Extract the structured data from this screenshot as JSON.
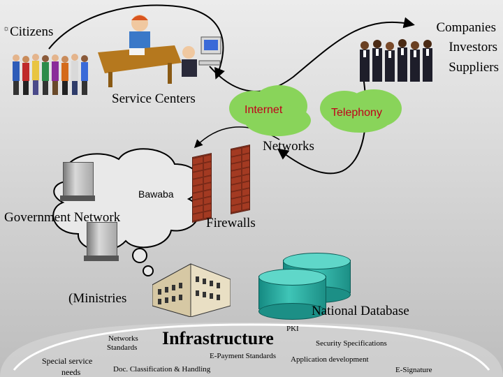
{
  "labels": {
    "citizens": "Citizens",
    "citizens_prefix": "☼",
    "companies": "Companies",
    "investors": "Investors",
    "suppliers": "Suppliers",
    "service_centers": "Service Centers",
    "internet": "Internet",
    "telephony": "Telephony",
    "networks": "Networks",
    "bawaba": "Bawaba",
    "government_network": "Government Network",
    "firewalls": "Firewalls",
    "ministries": "(Ministries",
    "national_database": "National Database",
    "infrastructure": "Infrastructure",
    "pki": "PKI",
    "networks_standards_1": "Networks",
    "networks_standards_2": "Standards",
    "security_specifications": "Security Specifications",
    "special_service_1": "Special service",
    "special_service_2": "needs",
    "e_payment_standards": "E-Payment Standards",
    "application_development": "Application development",
    "doc_classification": "Doc. Classification & Handling",
    "e_signature": "E-Signature"
  },
  "colors": {
    "cloud_green": "#89d45a",
    "cloud_text": "#c0001a",
    "database_teal": "#3fc5b7",
    "firewall_brick": "#a33a22"
  },
  "icons": [
    "people-group-icon",
    "call-center-icon",
    "business-people-icon",
    "server-icon",
    "firewall-icon",
    "ministries-building-icon",
    "database-icon"
  ]
}
